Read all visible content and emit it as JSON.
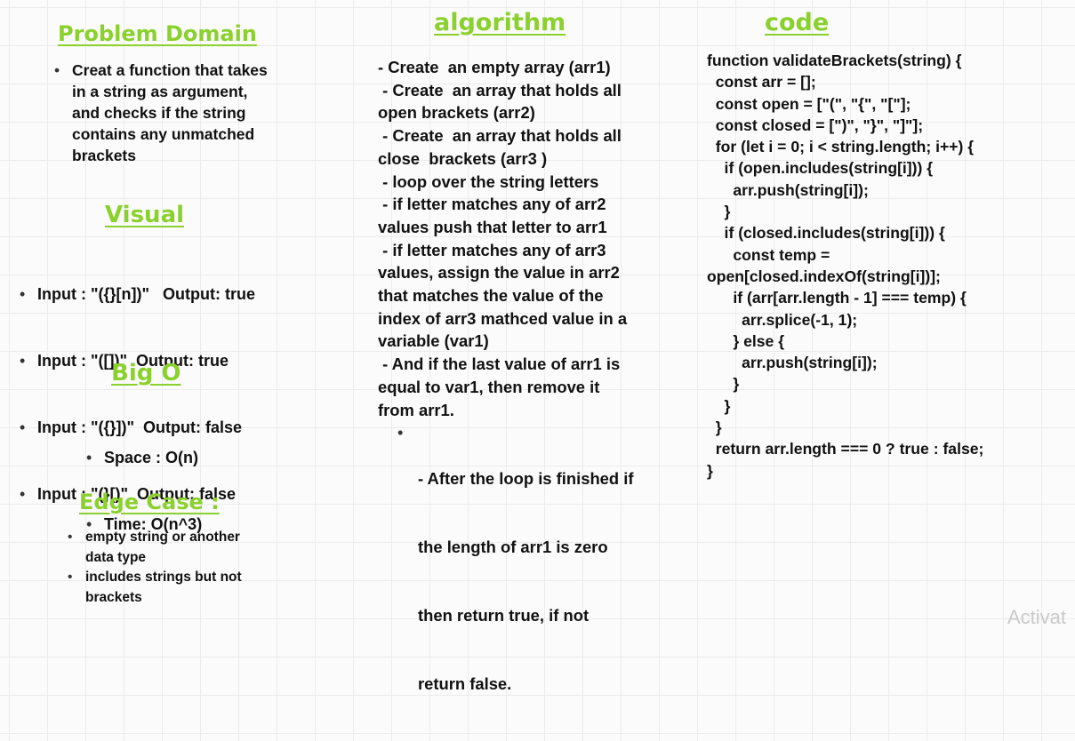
{
  "problem_domain": {
    "heading": "Problem Domain",
    "items": [
      "Creat a function that takes in a string as argument, and checks if the string contains any unmatched brackets"
    ]
  },
  "visual": {
    "heading": "Visual",
    "items": [
      "Input : \"({}[n])\"   Output: true",
      "Input : \"([])\"  Output: true",
      "Input : \"({}])\"  Output: false",
      "Input : \"(}[)\"  Output: false"
    ]
  },
  "big_o": {
    "heading": "Big O",
    "items": [
      "Space : O(n)",
      "Time: O(n^3)"
    ]
  },
  "edge_case": {
    "heading": "Edge Case :",
    "items": [
      "empty string or another data type",
      "includes strings but not brackets"
    ]
  },
  "algorithm": {
    "heading": "algorithm",
    "lines": [
      "- Create  an empty array (arr1)",
      " - Create  an array that holds all",
      "open brackets (arr2)",
      " - Create  an array that holds all",
      "close  brackets (arr3 )",
      " - loop over the string letters",
      " - if letter matches any of arr2",
      "values push that letter to arr1",
      " - if letter matches any of arr3",
      "values, assign the value in arr2",
      "that matches the value of the",
      "index of arr3 mathced value in a",
      "variable (var1)",
      " - And if the last value of arr1 is",
      "equal to var1, then remove it",
      "from arr1."
    ],
    "sub_item_lines": [
      "- After the loop is finished if",
      "the length of arr1 is zero",
      "then return true, if not",
      "return false."
    ]
  },
  "code": {
    "heading": "code",
    "lines": [
      "function validateBrackets(string) {",
      "  const arr = [];",
      "  const open = [\"(\", \"{\", \"[\"];",
      "  const closed = [\")\", \"}\", \"]\"];",
      "  for (let i = 0; i < string.length; i++) {",
      "    if (open.includes(string[i])) {",
      "      arr.push(string[i]);",
      "    }",
      "    if (closed.includes(string[i])) {",
      "      const temp =",
      "open[closed.indexOf(string[i])];",
      "      if (arr[arr.length - 1] === temp) {",
      "        arr.splice(-1, 1);",
      "      } else {",
      "        arr.push(string[i]);",
      "      }",
      "    }",
      "  }",
      "  return arr.length === 0 ? true : false;",
      "}"
    ]
  },
  "watermark": {
    "text": "Activat"
  },
  "colors": {
    "heading": "#8bd12e",
    "text": "#111111",
    "background": "#fbfbfb",
    "grid": "#ececec",
    "watermark": "#c9c9c9"
  }
}
